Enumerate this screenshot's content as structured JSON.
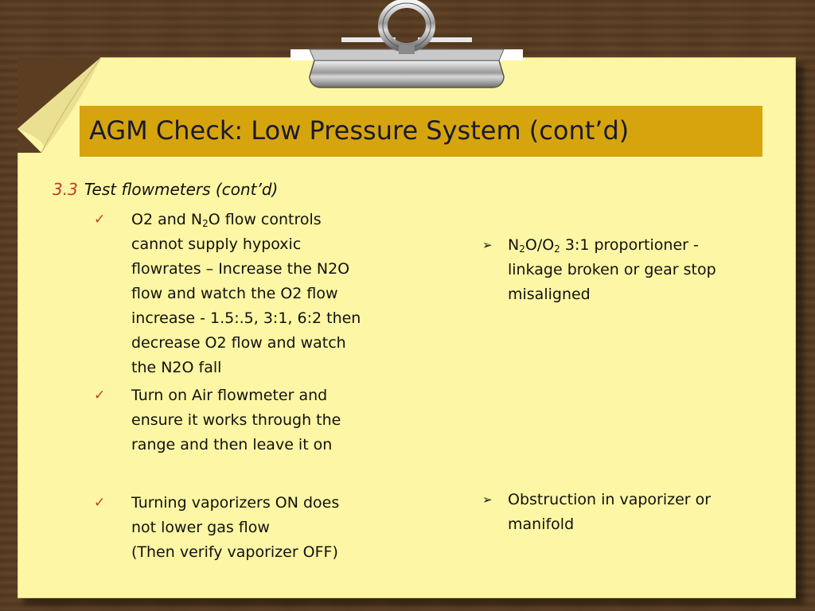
{
  "slide": {
    "title": "AGM Check: Low Pressure System (cont’d)",
    "section": {
      "number": "3.3",
      "label": "Test flowmeters (cont’d)"
    },
    "check_mark": "✓",
    "arrow_mark": "➢",
    "left_items": [
      {
        "line1_a": "O2 and N",
        "line1_sub": "2",
        "line1_b": "O flow controls",
        "lines": [
          "cannot supply hypoxic",
          "flowrates – Increase the N2O",
          "flow and watch the O2 flow",
          "increase - 1.5:.5, 3:1, 6:2 then",
          "decrease O2 flow and watch",
          "the N2O fall"
        ]
      },
      {
        "lines": [
          "Turn on Air flowmeter and",
          "ensure it works through the",
          "range and then leave it on"
        ]
      },
      {
        "lines": [
          "Turning vaporizers ON does",
          "not lower gas flow",
          "(Then verify vaporizer OFF)"
        ]
      }
    ],
    "right_items": [
      {
        "line1_a": "N",
        "line1_sub1": "2",
        "line1_b": "O/O",
        "line1_sub2": "2",
        "line1_c": " 3:1 proportioner -",
        "lines": [
          "linkage broken or gear stop",
          "misaligned"
        ]
      },
      {
        "lines": [
          "Obstruction in vaporizer or",
          "manifold"
        ]
      }
    ]
  },
  "colors": {
    "paper": "#fdf6a4",
    "title_bar": "#d6a50e",
    "accent_red": "#c0392b",
    "board": "#5b3e22"
  }
}
